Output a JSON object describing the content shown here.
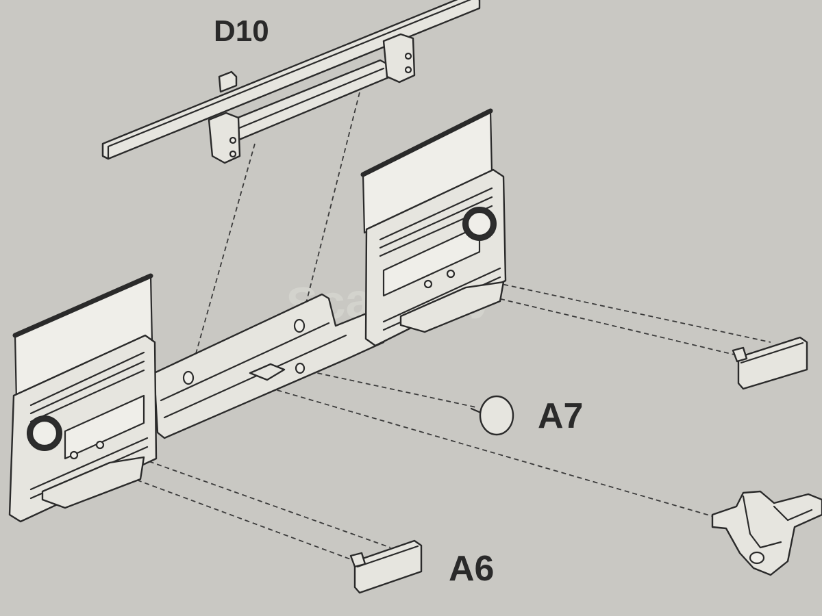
{
  "labels": {
    "d10": "D10",
    "a7": "A7",
    "a6": "A6"
  },
  "watermark": "Scalebay",
  "colors": {
    "paper": "#c9c8c3",
    "ink": "#2a2a2a",
    "part_fill": "#e6e5df"
  }
}
